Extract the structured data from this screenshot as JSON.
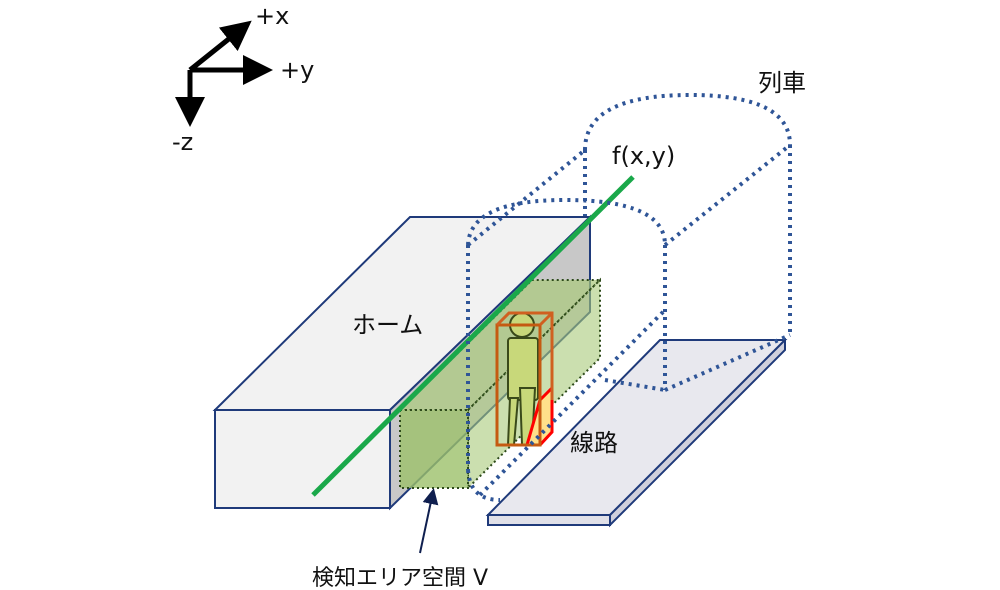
{
  "axes": {
    "x_label": "+x",
    "y_label": "+y",
    "z_label": "-z"
  },
  "labels": {
    "platform": "ホーム",
    "track": "線路",
    "train": "列車",
    "function": "f(x,y)",
    "detection_area": "検知エリア空間 V"
  },
  "colors": {
    "green_line": "#1aa84a",
    "platform_edge": "#1f3a7a",
    "train_dots": "#2f5597",
    "person_box": "#c55a11",
    "person_bottom": "#ff0000",
    "detection_fill": "#a9c97a"
  }
}
